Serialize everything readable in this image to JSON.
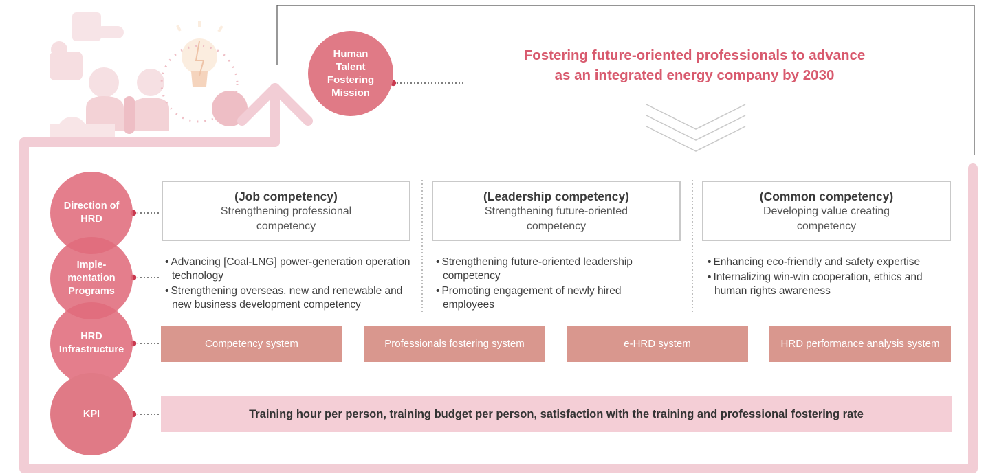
{
  "mission": {
    "label_lines": [
      "Human",
      "Talent",
      "Fostering",
      "Mission"
    ],
    "statement_lines": [
      "Fostering future-oriented professionals to advance",
      "as an integrated energy company by 2030"
    ]
  },
  "rows": {
    "direction": [
      "Direction of",
      "HRD"
    ],
    "programs": [
      "Imple-",
      "mentation",
      "Programs"
    ],
    "infrastructure": [
      "HRD",
      "Infrastructure"
    ],
    "kpi": [
      "KPI"
    ]
  },
  "directions": [
    {
      "title": "(Job competency)",
      "subtitle_lines": [
        "Strengthening professional",
        "competency"
      ]
    },
    {
      "title": "(Leadership competency)",
      "subtitle_lines": [
        "Strengthening future-oriented",
        "competency"
      ]
    },
    {
      "title": "(Common competency)",
      "subtitle_lines": [
        "Developing value creating",
        "competency"
      ]
    }
  ],
  "programs": [
    [
      "Advancing [Coal-LNG] power-generation operation technology",
      "Strengthening overseas, new and renewable and new business development competency"
    ],
    [
      "Strengthening future-oriented leadership competency",
      "Promoting engagement of newly hired employees"
    ],
    [
      "Enhancing eco-friendly and safety expertise",
      "Internalizing win-win cooperation, ethics and human rights awareness"
    ]
  ],
  "infrastructure": [
    "Competency system",
    "Professionals fostering system",
    "e-HRD system",
    "HRD performance analysis system"
  ],
  "kpi": "Training hour per person, training budget per person, satisfaction with the training and professional fostering rate",
  "colors": {
    "circle": "#e07a86",
    "frame": "#f2cdd5",
    "infra": "#d9978e",
    "kpi_bg": "#f4ced6",
    "mission_text": "#d85a6e"
  }
}
